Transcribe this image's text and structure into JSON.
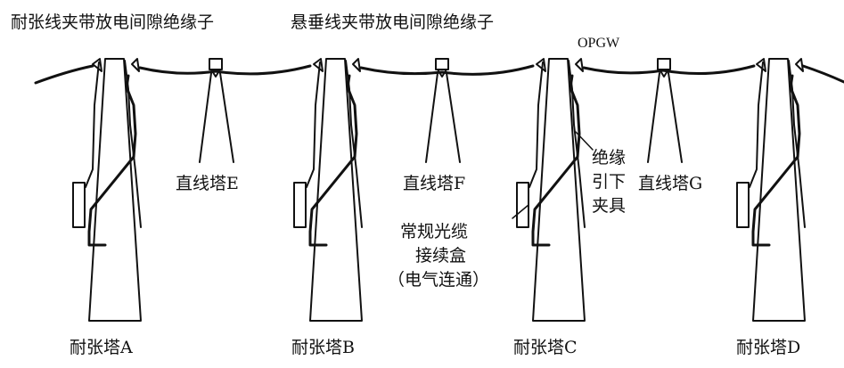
{
  "labels": {
    "tension_clamp_insulator": "耐张线夹带放电间隙绝缘子",
    "suspension_clamp_insulator": "悬垂线夹带放电间隙绝缘子",
    "opgw": "OPGW",
    "straight_tower_e": "直线塔E",
    "straight_tower_f": "直线塔F",
    "straight_tower_g": "直线塔G",
    "insulated_downlead_clamp": [
      "绝缘",
      "引下",
      "夹具"
    ],
    "splice_box": [
      "常规光缆",
      "接续盒",
      "（电气连通）"
    ],
    "tension_tower_a": "耐张塔A",
    "tension_tower_b": "耐张塔B",
    "tension_tower_c": "耐张塔C",
    "tension_tower_d": "耐张塔D"
  }
}
